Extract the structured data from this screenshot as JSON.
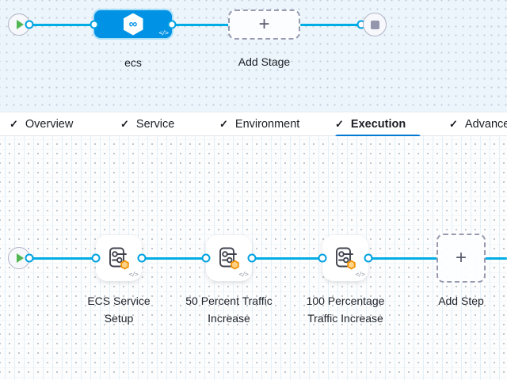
{
  "colors": {
    "edge_blue": "#00ade4",
    "primary_blue": "#0278d5",
    "stage_node_blue": "#0092e4",
    "badge_orange": "#f29100",
    "play_green": "#52b752"
  },
  "glyphs": {
    "check": "✓",
    "plus": "+",
    "code": "</>",
    "infinity": "∞"
  },
  "top_pipeline": {
    "stage_label": "ecs",
    "add_stage_label": "Add Stage"
  },
  "tabs": [
    {
      "label": "Overview",
      "checked": true,
      "active": false
    },
    {
      "label": "Service",
      "checked": true,
      "active": false
    },
    {
      "label": "Environment",
      "checked": true,
      "active": false
    },
    {
      "label": "Execution",
      "checked": true,
      "active": true
    },
    {
      "label": "Advanced",
      "checked": true,
      "active": false
    }
  ],
  "execution_flow": {
    "steps": [
      {
        "name": "ECS Service Setup"
      },
      {
        "name": "50 Percent Traffic Increase"
      },
      {
        "name": "100 Percentage Traffic Increase"
      }
    ],
    "add_step_label": "Add Step"
  }
}
